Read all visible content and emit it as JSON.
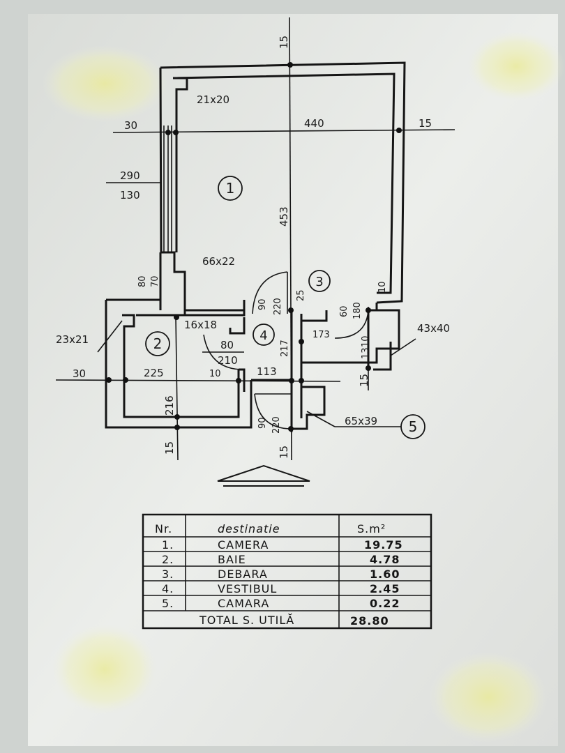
{
  "plan": {
    "dims": {
      "top": "15",
      "width": "440",
      "left_wall": "30",
      "right_wall": "15",
      "pillar": "21x20",
      "window_h": "290",
      "window_w": "130",
      "height": "453",
      "pillar2": "66x22",
      "wall80": "80",
      "wall70": "70",
      "d3a": "25",
      "d3b": "10",
      "door1_w": "90",
      "door1_h": "220",
      "door3_w": "60",
      "door3_h": "180",
      "pillar3": "43x40",
      "pillar4": "23x21",
      "pillar5": "16x18",
      "wall_173": "173",
      "wall_217": "217",
      "door4_w": "80",
      "door4_h": "210",
      "bath_w": "225",
      "left30": "30",
      "dim10": "10",
      "hall_w": "113",
      "dim10b": "10",
      "dim13": "13",
      "bath_h": "216",
      "door5_w": "90",
      "door5_h": "220",
      "camara": "65x39",
      "bottom15a": "15",
      "bottom15b": "15",
      "right15": "15"
    },
    "rooms": [
      "1",
      "2",
      "3",
      "4",
      "5"
    ]
  },
  "table": {
    "headers": [
      "Nr.",
      "destinatie",
      "S.m²"
    ],
    "rows": [
      {
        "nr": "1.",
        "dest": "CAMERA",
        "area": "19.75"
      },
      {
        "nr": "2.",
        "dest": "BAIE",
        "area": "4.78"
      },
      {
        "nr": "3.",
        "dest": "DEBARA",
        "area": "1.60"
      },
      {
        "nr": "4.",
        "dest": "VESTIBUL",
        "area": "2.45"
      },
      {
        "nr": "5.",
        "dest": "CAMARA",
        "area": "0.22"
      }
    ],
    "total_label": "TOTAL S. UTILĂ",
    "total_value": "28.80"
  },
  "colors": {
    "paper": "#e9ece9",
    "ink": "#151515",
    "stain": "#e8e79a"
  }
}
